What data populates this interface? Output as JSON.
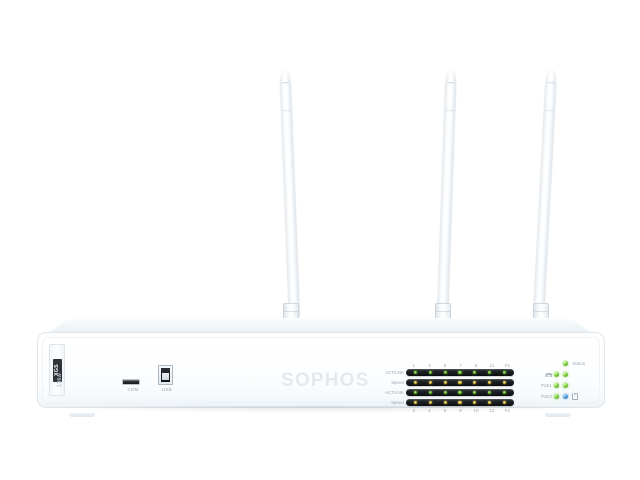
{
  "device": {
    "brand": "SOPHOS",
    "model_line_1": "XGS",
    "model_line_2": "136w",
    "form_factor": "desktop-firewall-appliance",
    "background_color": "#ffffff",
    "chassis_color": "#ffffff"
  },
  "antennas": [
    {
      "name": "antenna-left",
      "label": ""
    },
    {
      "name": "antenna-center",
      "label": ""
    },
    {
      "name": "antenna-right",
      "label": ""
    }
  ],
  "ports": [
    {
      "name": "com-port",
      "label": "COM"
    },
    {
      "name": "usb-port",
      "label": "USB"
    }
  ],
  "led_panel": {
    "top_numbers": [
      "1",
      "3",
      "5",
      "7",
      "9",
      "11",
      "F1"
    ],
    "bottom_numbers": [
      "2",
      "4",
      "6",
      "8",
      "10",
      "12",
      "F2"
    ],
    "rows": [
      {
        "label": "ACT/LNK",
        "color": "green",
        "count": 7
      },
      {
        "label": "Speed",
        "color": "amber",
        "count": 7
      },
      {
        "label": "ACT/LNK",
        "color": "green",
        "count": 7
      },
      {
        "label": "Speed",
        "color": "amber",
        "count": 7
      }
    ]
  },
  "status_leds": {
    "rows": [
      {
        "left_label": "",
        "left_icon": "none",
        "left_led": "none",
        "right_led": "green",
        "right_label": "Status",
        "right_icon": "none"
      },
      {
        "left_label": "",
        "left_icon": "wifi-icon",
        "left_led": "green",
        "right_led": "green",
        "right_label": "",
        "right_icon": "none"
      },
      {
        "left_label": "PoE1",
        "left_icon": "none",
        "left_led": "green",
        "right_led": "green",
        "right_label": "",
        "right_icon": "none"
      },
      {
        "left_label": "PoE2",
        "left_icon": "none",
        "left_led": "green",
        "right_led": "blue",
        "right_label": "",
        "right_icon": "sd-card-icon"
      }
    ]
  },
  "colors": {
    "led_green": "#7ece3a",
    "led_amber": "#e2c54a",
    "led_blue": "#2272bb",
    "led_bar": "#16191c",
    "logo_gray": "#e4e9ee",
    "label_gray": "#9aa5af",
    "chassis_edge": "#dfe6ec"
  }
}
